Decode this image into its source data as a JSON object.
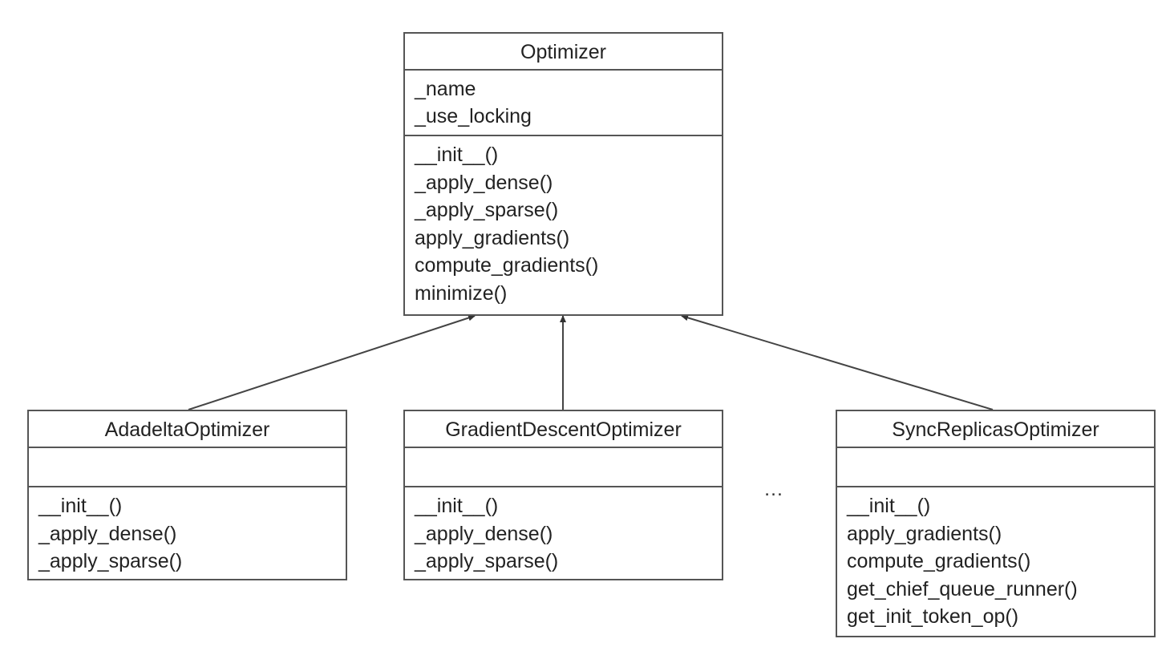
{
  "classes": {
    "optimizer": {
      "name": "Optimizer",
      "attributes": [
        "_name",
        "_use_locking"
      ],
      "operations": [
        "__init__()",
        "_apply_dense()",
        "_apply_sparse()",
        "apply_gradients()",
        "compute_gradients()",
        "minimize()"
      ]
    },
    "adadelta": {
      "name": "AdadeltaOptimizer",
      "attributes": [],
      "operations": [
        "__init__()",
        "_apply_dense()",
        "_apply_sparse()"
      ]
    },
    "gradient_descent": {
      "name": "GradientDescentOptimizer",
      "attributes": [],
      "operations": [
        "__init__()",
        "_apply_dense()",
        "_apply_sparse()"
      ]
    },
    "sync_replicas": {
      "name": "SyncReplicasOptimizer",
      "attributes": [],
      "operations": [
        "__init__()",
        "apply_gradients()",
        "compute_gradients()",
        "get_chief_queue_runner()",
        "get_init_token_op()"
      ]
    }
  },
  "ellipsis": "…",
  "colors": {
    "line": "#555555",
    "text": "#222222"
  }
}
